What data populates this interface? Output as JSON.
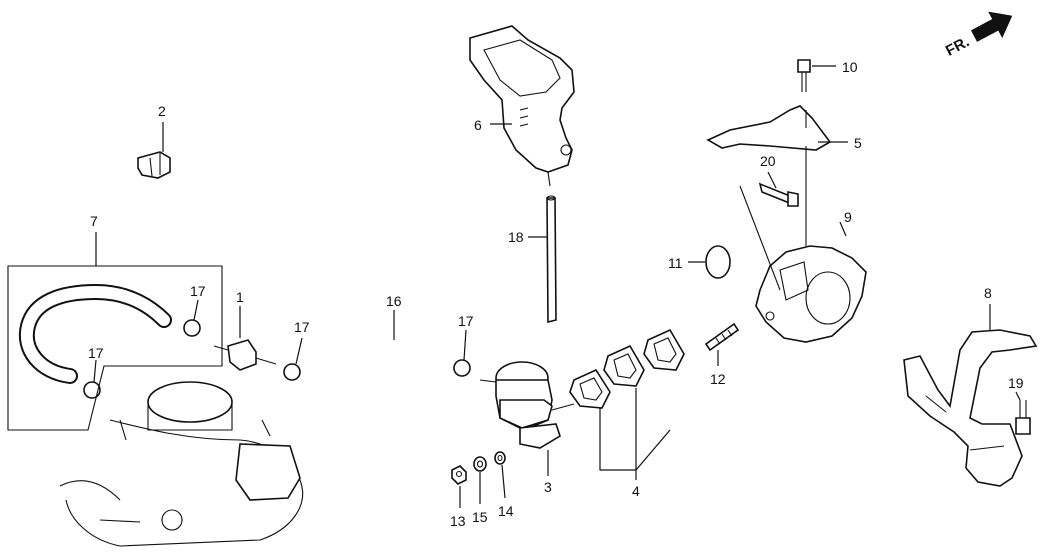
{
  "direction_indicator": {
    "label": "FR.",
    "icon": "arrow-right-icon"
  },
  "callouts": [
    {
      "id": "1",
      "label": "1"
    },
    {
      "id": "2",
      "label": "2"
    },
    {
      "id": "3",
      "label": "3"
    },
    {
      "id": "4",
      "label": "4"
    },
    {
      "id": "5",
      "label": "5"
    },
    {
      "id": "6",
      "label": "6"
    },
    {
      "id": "7",
      "label": "7"
    },
    {
      "id": "8",
      "label": "8"
    },
    {
      "id": "9",
      "label": "9"
    },
    {
      "id": "10",
      "label": "10"
    },
    {
      "id": "11",
      "label": "11"
    },
    {
      "id": "12",
      "label": "12"
    },
    {
      "id": "13",
      "label": "13"
    },
    {
      "id": "14",
      "label": "14"
    },
    {
      "id": "15",
      "label": "15"
    },
    {
      "id": "16",
      "label": "16"
    },
    {
      "id": "17a",
      "label": "17"
    },
    {
      "id": "17b",
      "label": "17"
    },
    {
      "id": "17c",
      "label": "17"
    },
    {
      "id": "17d",
      "label": "17"
    },
    {
      "id": "18",
      "label": "18"
    },
    {
      "id": "19",
      "label": "19"
    },
    {
      "id": "20",
      "label": "20"
    }
  ]
}
